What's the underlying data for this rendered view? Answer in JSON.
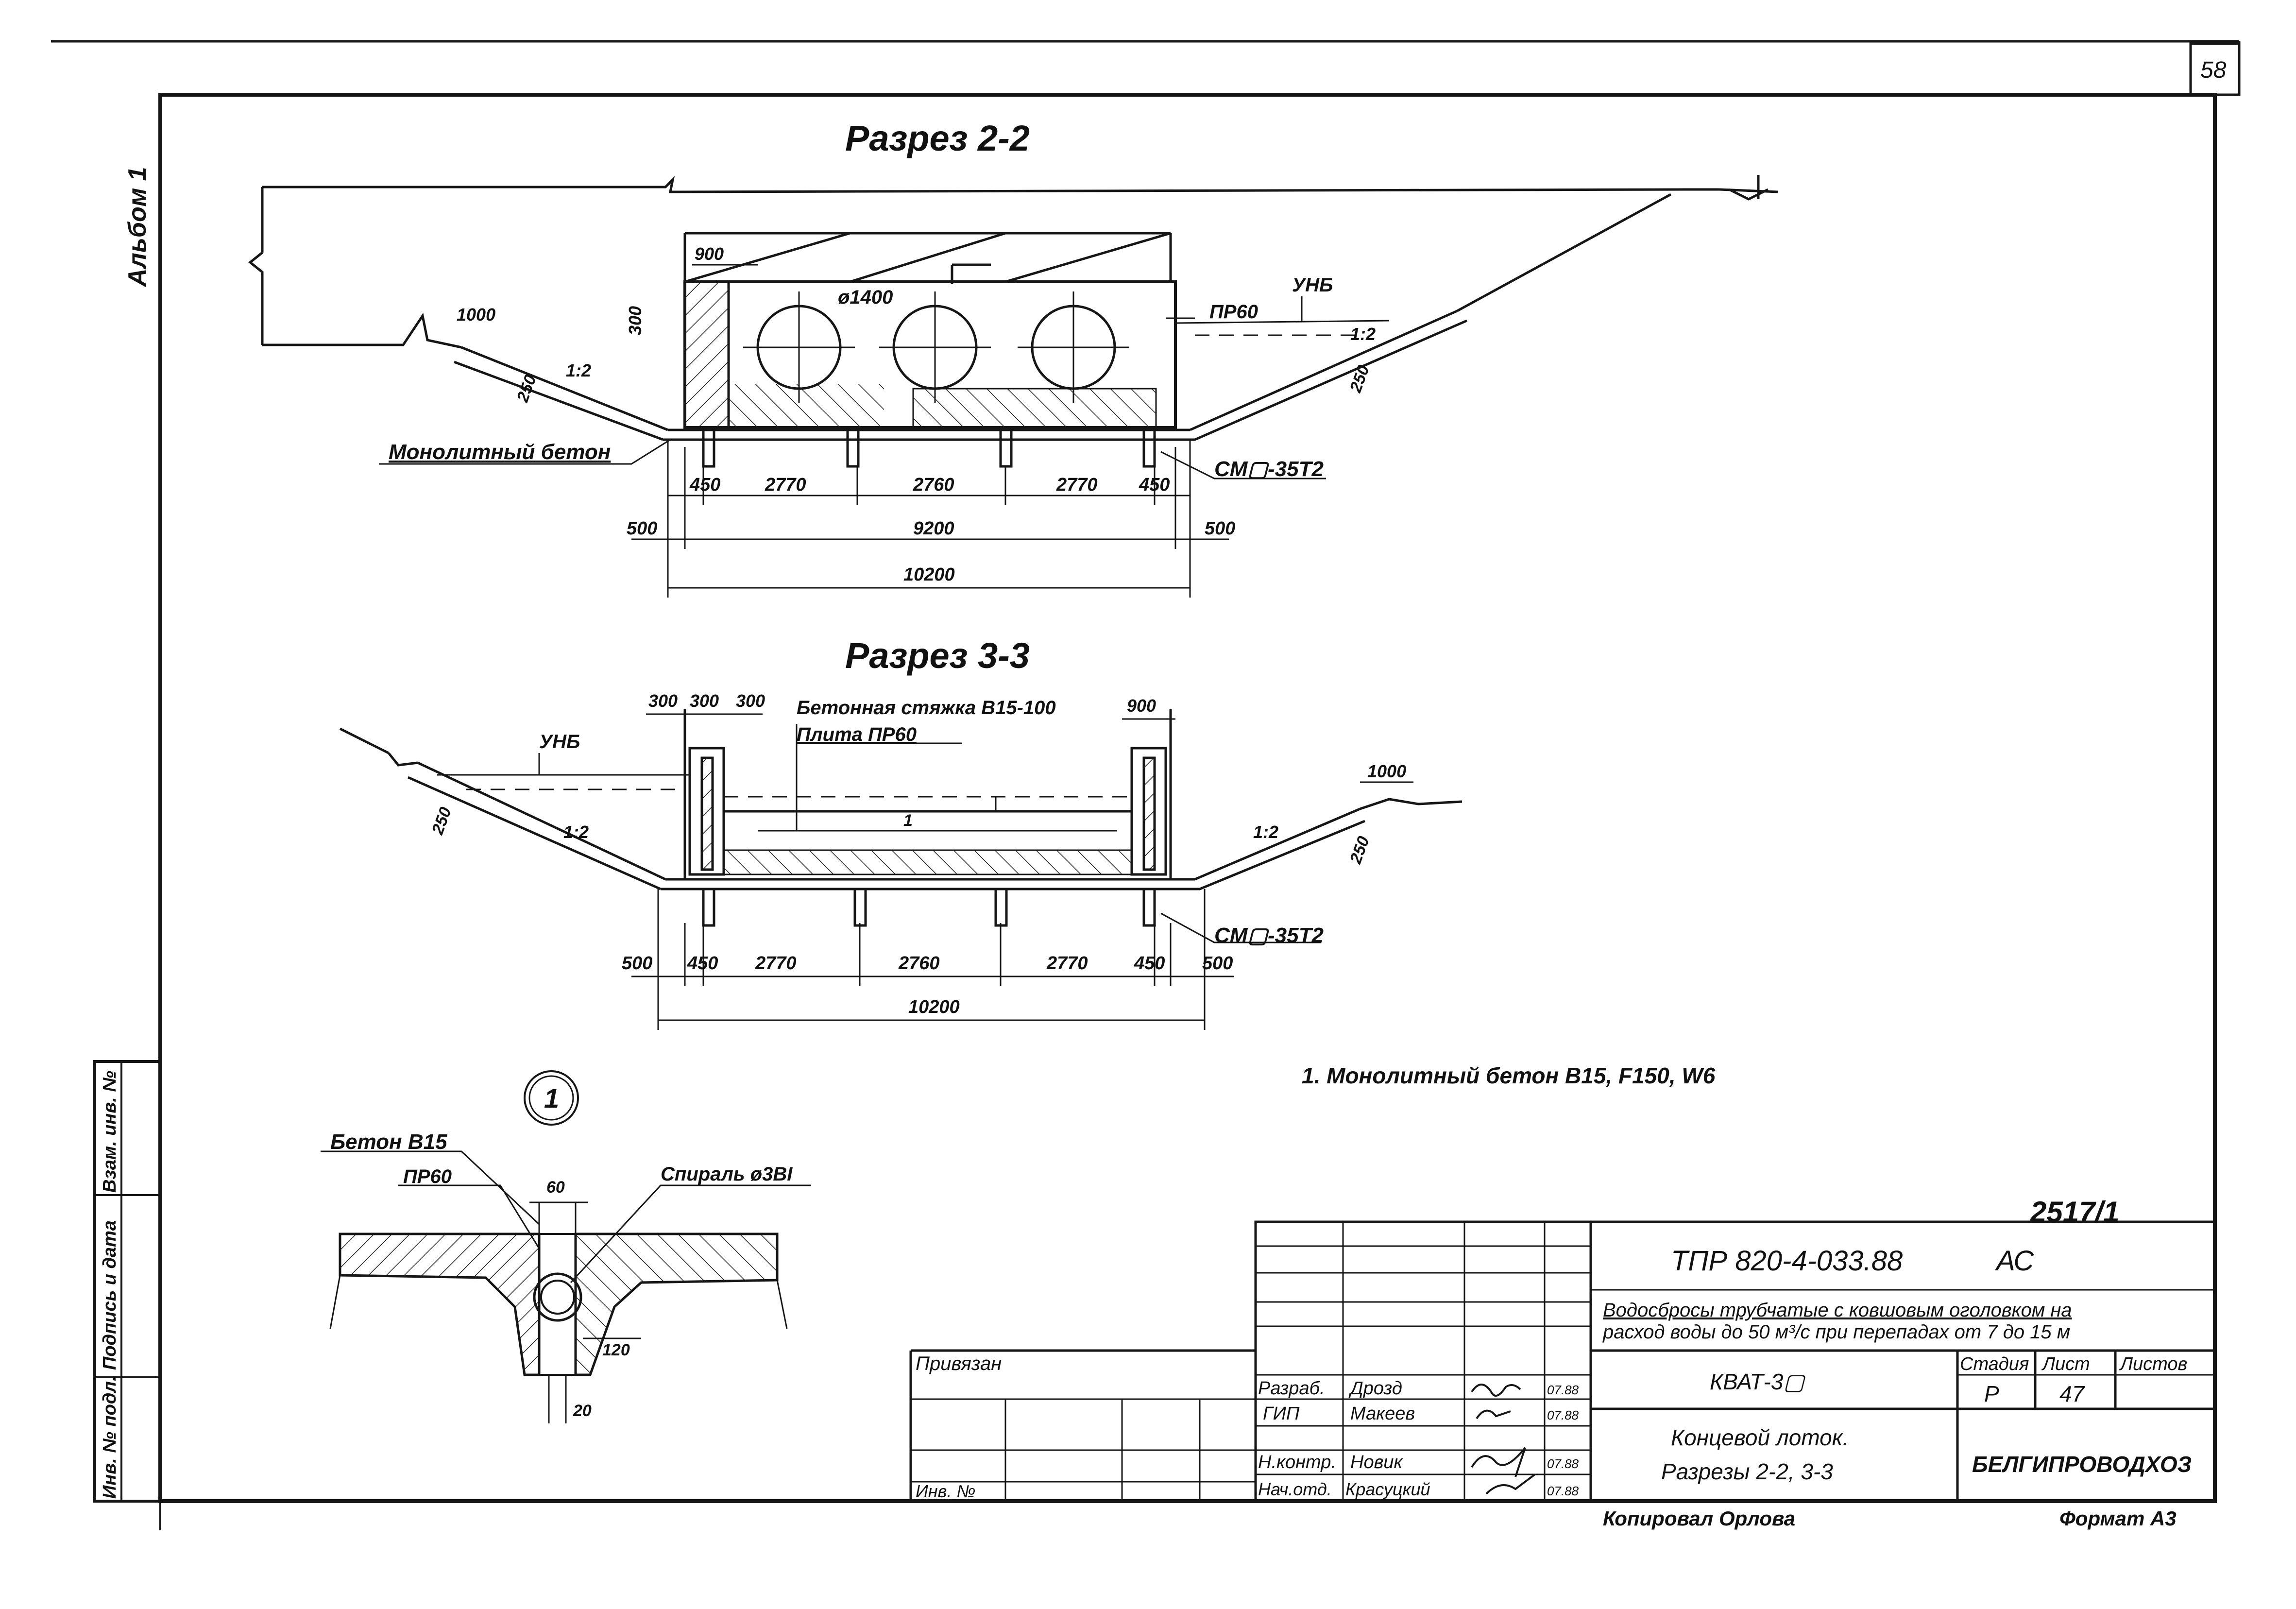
{
  "sheet": {
    "page_number": "58",
    "side_label": "Альбом 1",
    "drawing_id": "2517/1"
  },
  "section_2_2": {
    "title": "Разрез 2-2",
    "labels": {
      "pipe_diameter": "ø1400",
      "plate": "ПР60",
      "water_level": "УНБ",
      "slope_left": "1:2",
      "slope_right": "1:2",
      "concrete": "Монолитный бетон",
      "anchor": "СМ▢-35Т2",
      "d1000": "1000",
      "d900": "900",
      "d300": "300",
      "d250a": "250",
      "d250b": "250"
    },
    "dims_row1": [
      "450",
      "2770",
      "2760",
      "2770",
      "450"
    ],
    "dims_row2": [
      "500",
      "9200",
      "500"
    ],
    "dims_total": "10200"
  },
  "section_3_3": {
    "title": "Разрез 3-3",
    "labels": {
      "screed": "Бетонная стяжка В15-100",
      "plate": "Плита ПР60",
      "water_level": "УНБ",
      "slope_left": "1:2",
      "slope_right": "1:2",
      "anchor": "СМ▢-35Т2",
      "d1000": "1000",
      "d900": "900",
      "d250a": "250",
      "d250b": "250",
      "callout": "1",
      "top_dims": [
        "300",
        "300",
        "300"
      ]
    },
    "dims_row1": [
      "500",
      "450",
      "2770",
      "2760",
      "2770",
      "450",
      "500"
    ],
    "dims_total": "10200"
  },
  "note": "1. Монолитный бетон В15, F150, W6",
  "detail_1": {
    "marker": "1",
    "labels": {
      "concrete": "Бетон В15",
      "plate": "ПР60",
      "spiral": "Спираль ø3ВI",
      "d60": "60",
      "d120": "120",
      "d20": "20"
    }
  },
  "title_block": {
    "code": "ТПР 820-4-033.88",
    "section": "АС",
    "description_1": "Водосбросы трубчатые с ковшовым оголовком на",
    "description_2": "расход воды до 50 м³/с при перепадах от 7 до 15 м",
    "object": "КВАТ-3▢",
    "sheet_title_1": "Концевой лоток.",
    "sheet_title_2": "Разрезы 2-2, 3-3",
    "stage_header": "Стадия",
    "sheet_header": "Лист",
    "sheets_header": "Листов",
    "stage": "Р",
    "sheet": "47",
    "sheets": "",
    "organization": "БЕЛГИПРОВОДХОЗ",
    "tied": "Привязан",
    "inv_no": "Инв. №",
    "signers": [
      {
        "role": "Разраб.",
        "name": "Дрозд",
        "date": "07.88"
      },
      {
        "role": "ГИП",
        "name": "Макеев",
        "date": "07.88"
      },
      {
        "role": "Н.контр.",
        "name": "Новик",
        "date": "07.88"
      },
      {
        "role": "Нач.отд.",
        "name": "Красуцкий",
        "date": "07.88"
      }
    ]
  },
  "left_stamp": {
    "field_1": "Взам. инв. №",
    "field_2": "Подпись и дата",
    "field_3": "Инв. № подл."
  },
  "footer": {
    "copied": "Копировал Орлова",
    "format": "Формат А3"
  }
}
